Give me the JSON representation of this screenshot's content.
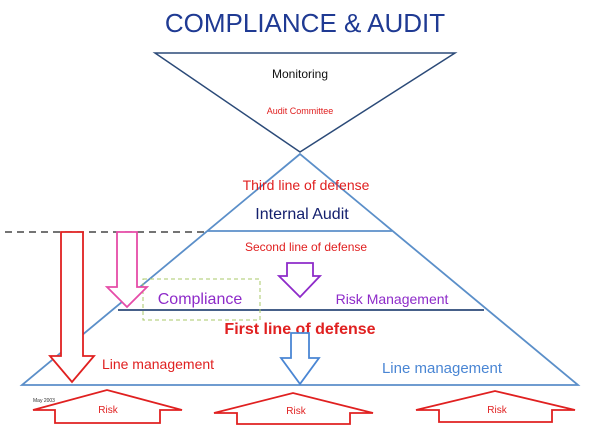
{
  "title": "COMPLIANCE & AUDIT",
  "monitoring": {
    "label": "Monitoring",
    "sublabel": "Audit Committee"
  },
  "third_line": {
    "label": "Third line of defense",
    "name": "Internal Audit"
  },
  "second_line": {
    "label": "Second line of defense",
    "compliance": "Compliance",
    "risk_management": "Risk Management"
  },
  "first_line": {
    "label": "First line of defense",
    "left_management": "Line management",
    "right_management": "Line management"
  },
  "footnote": "May 2003",
  "risks": [
    "Risk",
    "Risk",
    "Risk"
  ],
  "colors": {
    "title": "#1f3a93",
    "pyramid": "#5b8fc9",
    "red": "#e02020",
    "pink": "#e64ca8",
    "purple": "#8e2bc9",
    "blue": "#4a86d4",
    "navy": "#14206e",
    "dashed_box": "#a8c86a"
  }
}
